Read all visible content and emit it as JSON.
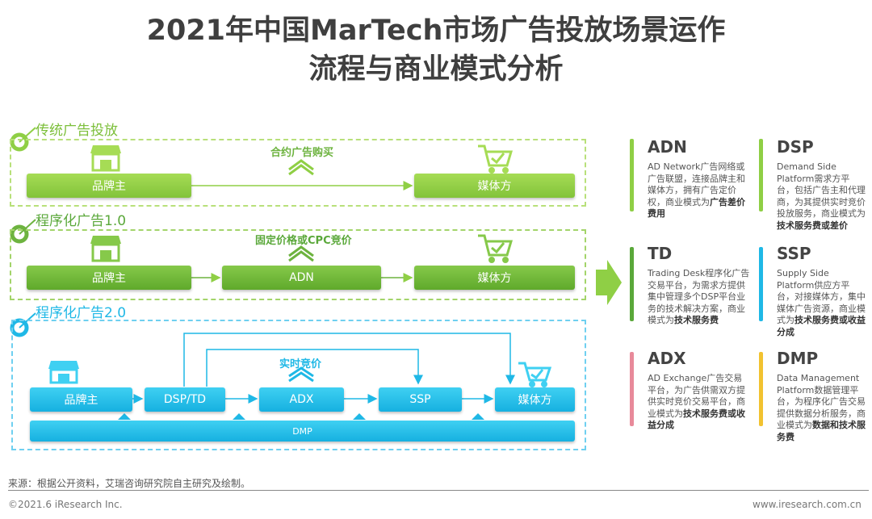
{
  "title": {
    "line1": "2021年中国MarTech市场广告投放场景运作",
    "line2": "流程与商业模式分析"
  },
  "colors": {
    "green": "#8fcf45",
    "dark_green": "#6db33f",
    "blue": "#1fb8e6"
  },
  "traditional": {
    "label": "传统广告投放",
    "action": "合约广告购买",
    "nodes": {
      "brand": "品牌主",
      "media": "媒体方"
    }
  },
  "programmatic1": {
    "label": "程序化广告1.0",
    "action": "固定价格或CPC竞价",
    "nodes": {
      "brand": "品牌主",
      "adn": "ADN",
      "media": "媒体方"
    }
  },
  "programmatic2": {
    "label": "程序化广告2.0",
    "action": "实时竞价",
    "nodes": {
      "brand": "品牌主",
      "dsp": "DSP/TD",
      "adx": "ADX",
      "ssp": "SSP",
      "media": "媒体方",
      "dmp": "DMP"
    }
  },
  "definitions": [
    {
      "term": "ADN",
      "color": "#8fcf45",
      "desc": "AD Network广告网络或广告联盟，连接品牌主和媒体方，拥有广告定价权，商业模式为",
      "model": "广告差价费用"
    },
    {
      "term": "DSP",
      "color": "#8fcf45",
      "desc": "Demand Side Platform需求方平台，包括广告主和代理商，为其提供实时竞价投放服务，商业模式为",
      "model": "技术服务费或差价"
    },
    {
      "term": "TD",
      "color": "#5aa83a",
      "desc": "Trading Desk程序化广告交易平台，为需求方提供集中管理多个DSP平台业务的技术解决方案，商业模式为",
      "model": "技术服务费"
    },
    {
      "term": "SSP",
      "color": "#1fb8e6",
      "desc": "Supply Side Platform供应方平台，对接媒体方，集中媒体广告资源，商业模式为",
      "model": "技术服务费或收益分成"
    },
    {
      "term": "ADX",
      "color": "#e88a9a",
      "desc": "AD Exchange广告交易平台，为广告供需双方提供实时竞价交易平台，商业模式为",
      "model": "技术服务费或收益分成"
    },
    {
      "term": "DMP",
      "color": "#f2c230",
      "desc": "Data Management Platform数据管理平台，为程序化广告交易提供数据分析服务，商业模式为",
      "model": "数据和技术服务费"
    }
  ],
  "footer": {
    "source": "来源：根据公开资料，艾瑞咨询研究院自主研究及绘制。",
    "copyright": "©2021.6 iResearch Inc.",
    "website": "www.iresearch.com.cn"
  }
}
